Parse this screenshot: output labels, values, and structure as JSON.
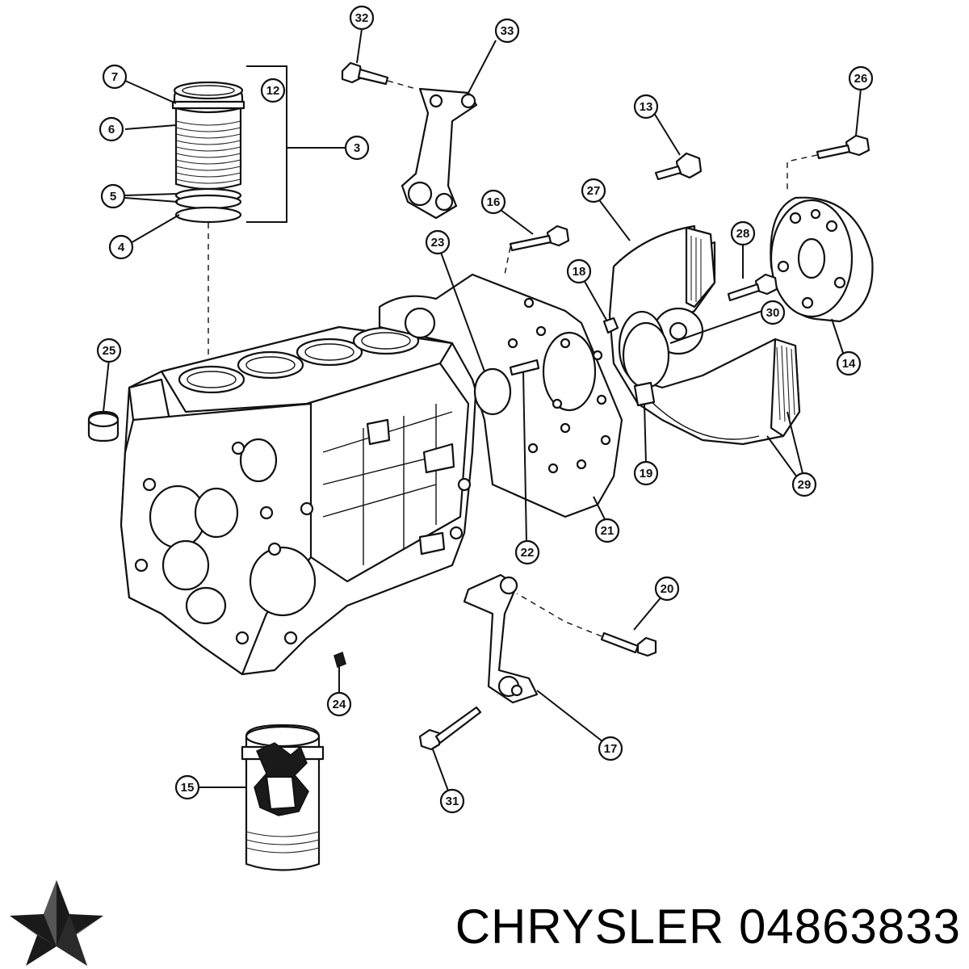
{
  "footer": {
    "brand": "CHRYSLER",
    "part_number": "04863833",
    "brand_color": "#000000"
  },
  "callouts": [
    {
      "id": "c32",
      "label": "32"
    },
    {
      "id": "c33",
      "label": "33"
    },
    {
      "id": "c7",
      "label": "7"
    },
    {
      "id": "c12",
      "label": "12"
    },
    {
      "id": "c6",
      "label": "6"
    },
    {
      "id": "c3",
      "label": "3"
    },
    {
      "id": "c5",
      "label": "5"
    },
    {
      "id": "c4",
      "label": "4"
    },
    {
      "id": "c13",
      "label": "13"
    },
    {
      "id": "c26",
      "label": "26"
    },
    {
      "id": "c27",
      "label": "27"
    },
    {
      "id": "c16",
      "label": "16"
    },
    {
      "id": "c23",
      "label": "23"
    },
    {
      "id": "c28",
      "label": "28"
    },
    {
      "id": "c18",
      "label": "18"
    },
    {
      "id": "c30",
      "label": "30"
    },
    {
      "id": "c14",
      "label": "14"
    },
    {
      "id": "c25",
      "label": "25"
    },
    {
      "id": "c19",
      "label": "19"
    },
    {
      "id": "c29",
      "label": "29"
    },
    {
      "id": "c21",
      "label": "21"
    },
    {
      "id": "c22",
      "label": "22"
    },
    {
      "id": "c20",
      "label": "20"
    },
    {
      "id": "c24",
      "label": "24"
    },
    {
      "id": "c17",
      "label": "17"
    },
    {
      "id": "c15",
      "label": "15"
    },
    {
      "id": "c31",
      "label": "31"
    }
  ],
  "icons": {
    "logo": "chrysler-pentastar-icon"
  }
}
